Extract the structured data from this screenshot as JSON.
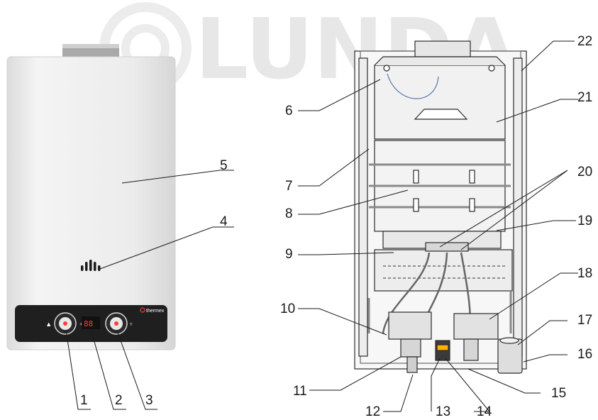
{
  "watermark": "LUNDA",
  "heater": {
    "brand": "thermex",
    "display_value": "88"
  },
  "callouts": [
    "1",
    "2",
    "3",
    "4",
    "5",
    "6",
    "7",
    "8",
    "9",
    "10",
    "11",
    "12",
    "13",
    "14",
    "15",
    "16",
    "17",
    "18",
    "19",
    "20",
    "21",
    "22"
  ]
}
